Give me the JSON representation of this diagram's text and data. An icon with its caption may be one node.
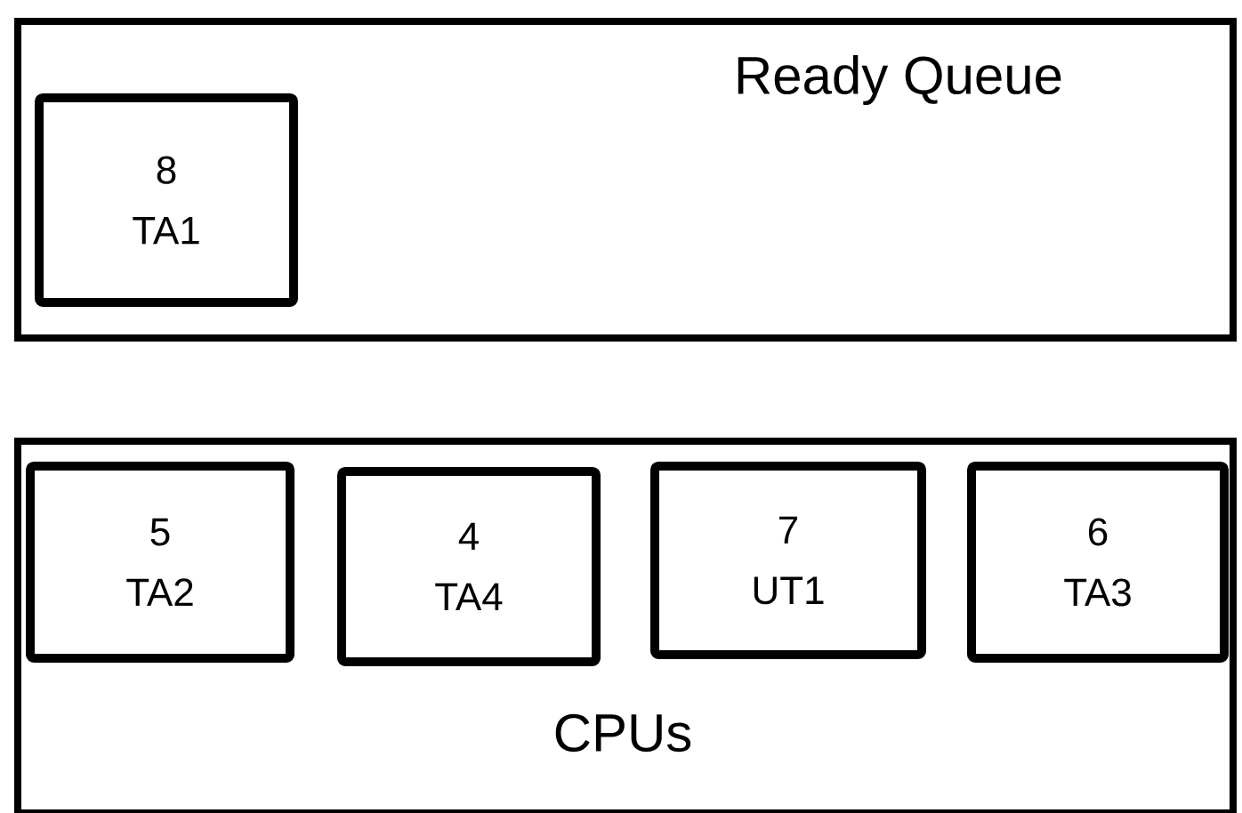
{
  "diagram": {
    "nodes": [
      {
        "text": [
          "Ready Queue"
        ]
      },
      {
        "text": [
          "8",
          "TA1"
        ],
        "in": 0
      },
      {
        "text": [
          "CPUs"
        ]
      },
      {
        "text": [
          "5",
          "TA2"
        ],
        "in": 2
      },
      {
        "text": [
          "4",
          "TA4"
        ],
        "in": 2
      },
      {
        "text": [
          "7",
          "UT1"
        ],
        "in": 2
      },
      {
        "text": [
          "6",
          "TA3"
        ],
        "in": 2
      }
    ]
  }
}
